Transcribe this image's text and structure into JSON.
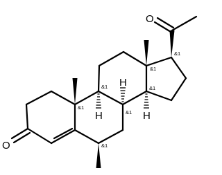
{
  "molecule": {
    "atoms": {
      "oxygen_ketone": "O",
      "oxygen_acetyl": "O",
      "h_c9": "H",
      "h_c8": "H",
      "h_c14": "H"
    },
    "stereo_descriptor": "&1"
  }
}
